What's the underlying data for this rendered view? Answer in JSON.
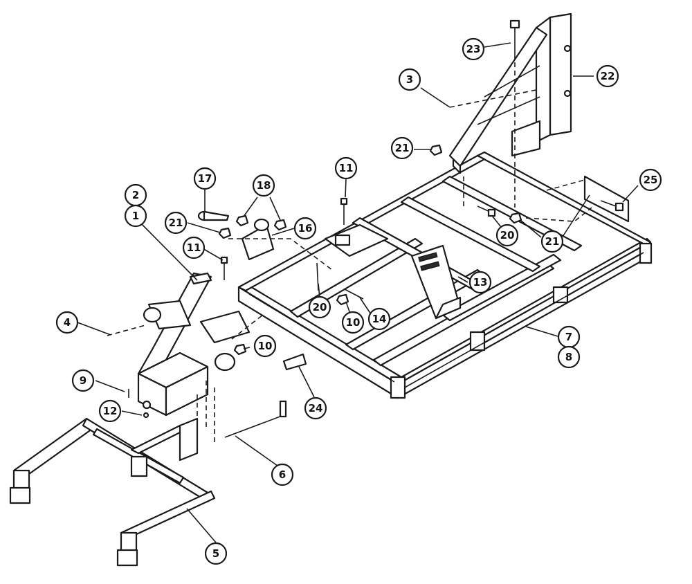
{
  "callouts": [
    {
      "id": "c1",
      "label": "1"
    },
    {
      "id": "c2",
      "label": "2"
    },
    {
      "id": "c3",
      "label": "3"
    },
    {
      "id": "c4",
      "label": "4"
    },
    {
      "id": "c5",
      "label": "5"
    },
    {
      "id": "c6",
      "label": "6"
    },
    {
      "id": "c7",
      "label": "7"
    },
    {
      "id": "c8",
      "label": "8"
    },
    {
      "id": "c9",
      "label": "9"
    },
    {
      "id": "c10a",
      "label": "10"
    },
    {
      "id": "c10b",
      "label": "10"
    },
    {
      "id": "c11a",
      "label": "11"
    },
    {
      "id": "c11b",
      "label": "11"
    },
    {
      "id": "c12",
      "label": "12"
    },
    {
      "id": "c13",
      "label": "13"
    },
    {
      "id": "c14",
      "label": "14"
    },
    {
      "id": "c16",
      "label": "16"
    },
    {
      "id": "c17",
      "label": "17"
    },
    {
      "id": "c18",
      "label": "18"
    },
    {
      "id": "c20a",
      "label": "20"
    },
    {
      "id": "c20b",
      "label": "20"
    },
    {
      "id": "c21a",
      "label": "21"
    },
    {
      "id": "c21b",
      "label": "21"
    },
    {
      "id": "c21c",
      "label": "21"
    },
    {
      "id": "c22",
      "label": "22"
    },
    {
      "id": "c23",
      "label": "23"
    },
    {
      "id": "c24",
      "label": "24"
    },
    {
      "id": "c25",
      "label": "25"
    }
  ]
}
